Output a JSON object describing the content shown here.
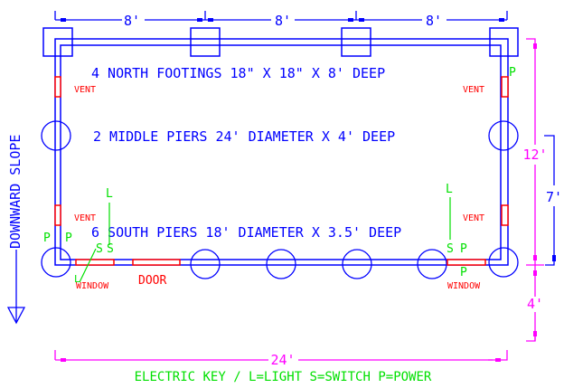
{
  "dimensions": {
    "top": [
      "8'",
      "8'",
      "8'"
    ],
    "right_total": "12'",
    "right_inner": "7'",
    "right_extra": "4'",
    "bottom": "24'"
  },
  "notes": {
    "north": "4 NORTH FOOTINGS 18\" X 18\" X 8' DEEP",
    "middle": "2 MIDDLE PIERS 24' DIAMETER X 4' DEEP",
    "south": "6 SOUTH PIERS 18' DIAMETER X 3.5' DEEP",
    "slope": "DOWNWARD SLOPE"
  },
  "labels": {
    "vent": "VENT",
    "window": "WINDOW",
    "door": "DOOR",
    "light": "L",
    "switch": "S",
    "power": "P"
  },
  "key": "ELECTRIC KEY / L=LIGHT S=SWITCH P=POWER",
  "colors": {
    "wall": "#0000ff",
    "opening": "#ff0000",
    "electric": "#00e000",
    "dimension": "#ff00ff"
  }
}
